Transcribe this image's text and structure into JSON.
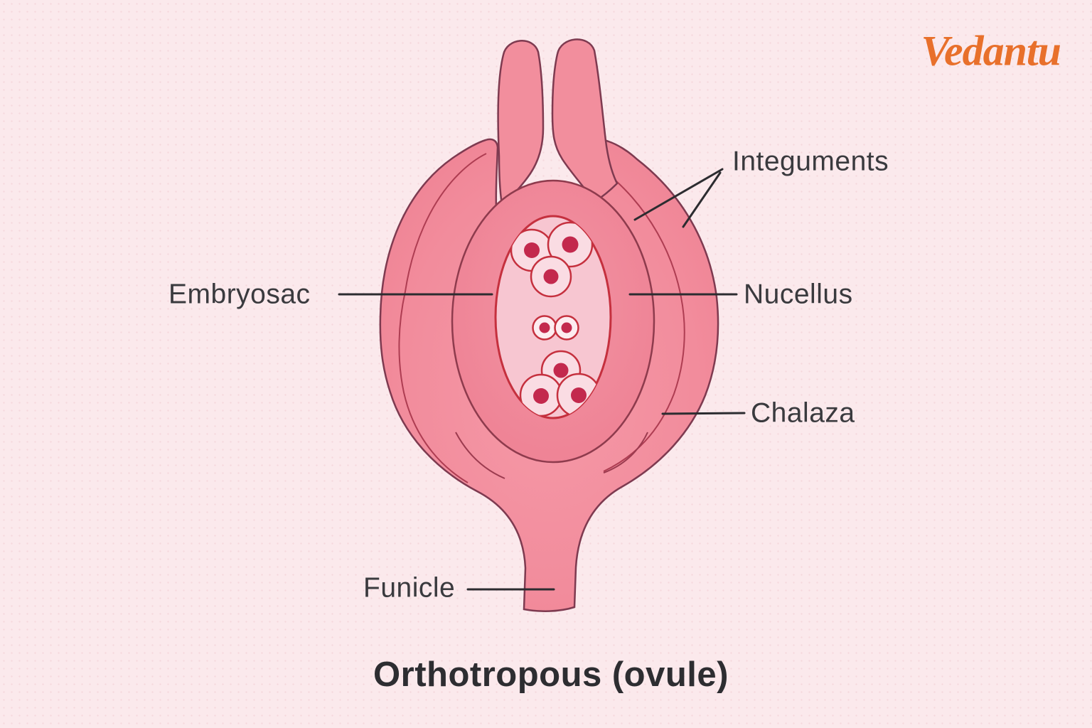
{
  "brand": {
    "name": "Vedantu",
    "color": "#E8702B"
  },
  "title": "Orthotropous (ovule)",
  "labels": {
    "integuments": "Integuments",
    "embryosac": "Embryosac",
    "nucellus": "Nucellus",
    "chalaza": "Chalaza",
    "funicle": "Funicle"
  },
  "colors": {
    "background": "#FBE9EC",
    "ovule_body": "#F28C9C",
    "nucellus": "#F08396",
    "embryo_sac_fill": "#F7C6D1",
    "cell_fill": "#FADCE3",
    "nucleus_dot": "#C3294D",
    "sac_stroke": "#C5303E",
    "body_outline": "#7E3A50",
    "separation_line": "#AE3D52",
    "pointer_line": "#2C2C30",
    "label_text": "#3A3A3E"
  }
}
